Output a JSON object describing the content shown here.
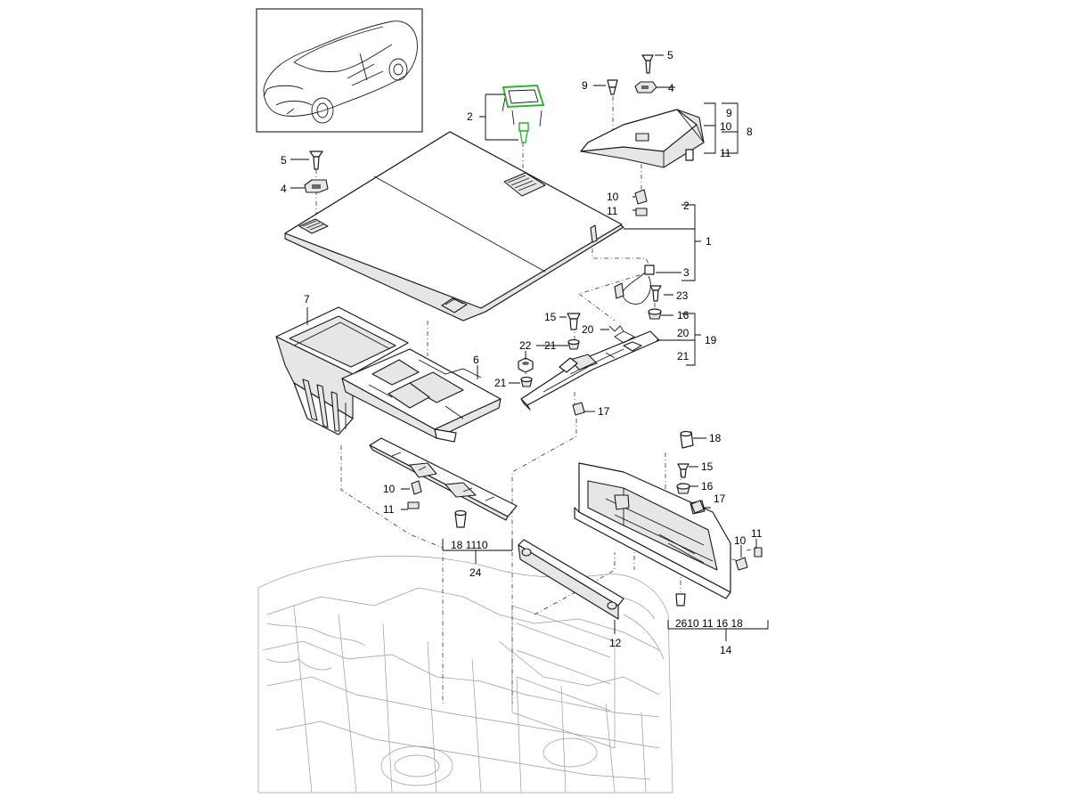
{
  "diagram": {
    "title": "",
    "highlight_color": "#2db52d",
    "line_color": "#1a1a1a",
    "ghost_color": "#9a9a9a",
    "callouts": [
      {
        "id": "c2-top",
        "text": "2"
      },
      {
        "id": "c5-tr",
        "text": "5"
      },
      {
        "id": "c9-tr",
        "text": "9"
      },
      {
        "id": "c4-tr",
        "text": "4"
      },
      {
        "id": "c9-br",
        "text": "9"
      },
      {
        "id": "c10-br",
        "text": "10"
      },
      {
        "id": "c11-br",
        "text": "11"
      },
      {
        "id": "c8",
        "text": "8"
      },
      {
        "id": "c5-l",
        "text": "5"
      },
      {
        "id": "c4-l",
        "text": "4"
      },
      {
        "id": "c10-m",
        "text": "10"
      },
      {
        "id": "c11-m",
        "text": "11"
      },
      {
        "id": "c2-r",
        "text": "2"
      },
      {
        "id": "c1",
        "text": "1"
      },
      {
        "id": "c3",
        "text": "3"
      },
      {
        "id": "c23",
        "text": "23"
      },
      {
        "id": "c7",
        "text": "7"
      },
      {
        "id": "c15-a",
        "text": "15"
      },
      {
        "id": "c16-a",
        "text": "16"
      },
      {
        "id": "c20-a",
        "text": "20"
      },
      {
        "id": "c20-b",
        "text": "20"
      },
      {
        "id": "c19",
        "text": "19"
      },
      {
        "id": "c22",
        "text": "22"
      },
      {
        "id": "c21-a",
        "text": "21"
      },
      {
        "id": "c21-b",
        "text": "21"
      },
      {
        "id": "c6",
        "text": "6"
      },
      {
        "id": "c21-c",
        "text": "21"
      },
      {
        "id": "c17-a",
        "text": "17"
      },
      {
        "id": "c18-a",
        "text": "18"
      },
      {
        "id": "c15-b",
        "text": "15"
      },
      {
        "id": "c16-b",
        "text": "16"
      },
      {
        "id": "c17-b",
        "text": "17"
      },
      {
        "id": "c10-l",
        "text": "10"
      },
      {
        "id": "c11-l",
        "text": "11"
      },
      {
        "id": "c10-r",
        "text": "10"
      },
      {
        "id": "c11-r",
        "text": "11"
      },
      {
        "id": "c24-items",
        "text": "18 1110"
      },
      {
        "id": "c24",
        "text": "24"
      },
      {
        "id": "c12",
        "text": "12"
      },
      {
        "id": "c14-items",
        "text": "2610 11 16 18"
      },
      {
        "id": "c14",
        "text": "14"
      }
    ]
  }
}
